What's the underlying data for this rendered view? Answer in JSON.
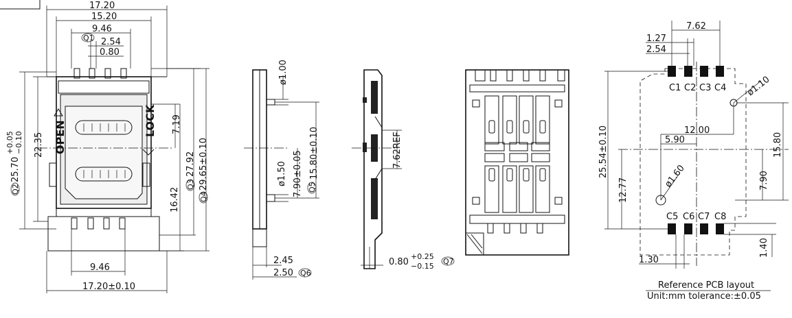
{
  "front_view": {
    "dim_overall_width": "17.20",
    "dim_inner_width": "15.20",
    "dim_pin_span": "9.46",
    "q1": "Q1",
    "dim_pitch": "2.54",
    "dim_pin_width": "0.80",
    "q2": "Q2",
    "dim_25_70": "25.70",
    "dim_25_70_plus": "+0.05",
    "dim_25_70_minus": "−0.10",
    "dim_22_35": "22.35",
    "label_open": "OPEN",
    "label_lock": "LOCK",
    "dim_7_19": "7.19",
    "dim_16_42": "16.42",
    "q3": "Q3",
    "dim_27_92": "27.92",
    "q4": "Q4",
    "dim_29_65": "29.65±0.10",
    "dim_bottom_pins": "9.46",
    "dim_bottom_width": "17.20±0.10"
  },
  "side_view": {
    "dim_dia_top": "ø1.00",
    "dim_dia_bottom": "ø1.50",
    "dim_7_90": "7.90±0.05",
    "q5": "Q5",
    "dim_15_80": "15.80±0.10",
    "dim_2_45": "2.45",
    "dim_2_50": "2.50",
    "q6": "Q6"
  },
  "section_view": {
    "dim_ref": "7.62REF",
    "dim_thickness": "0.80",
    "dim_thickness_plus": "+0.25",
    "dim_thickness_minus": "−0.15",
    "q7": "Q7"
  },
  "pcb_layout": {
    "dim_7_62": "7.62",
    "dim_1_27": "1.27",
    "dim_2_54": "2.54",
    "pads_top": [
      "C1",
      "C2",
      "C3",
      "C4"
    ],
    "pads_bottom": [
      "C5",
      "C6",
      "C7",
      "C8"
    ],
    "dim_hole_small": "ø1.10",
    "dim_12_00": "12.00",
    "dim_5_90": "5.90",
    "dim_25_54": "25.54±0.10",
    "dim_12_77": "12.77",
    "dim_hole_large": "ø1.60",
    "dim_15_80": "15.80",
    "dim_7_90": "7.90",
    "dim_1_30": "1.30",
    "dim_1_40": "1.40",
    "caption_title": "Reference PCB layout",
    "caption_unit": "Unit:mm  tolerance:±0.05"
  }
}
